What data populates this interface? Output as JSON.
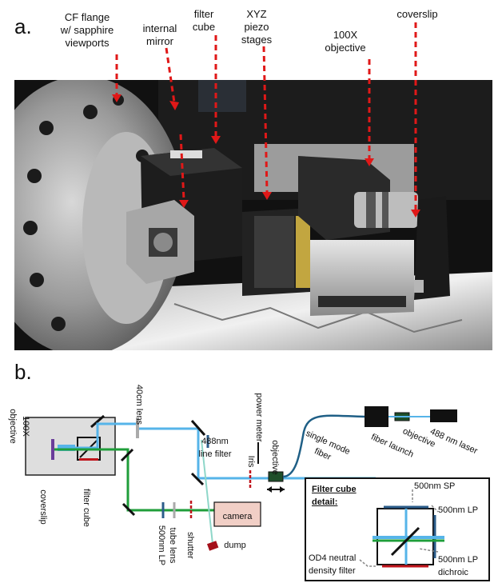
{
  "panel_a": {
    "letter": "a.",
    "labels": {
      "cf_flange": "CF flange\nw/ sapphire\nviewports",
      "internal_mirror": "internal\nmirror",
      "filter_cube": "filter\ncube",
      "xyz_piezo": "XYZ\npiezo\nstages",
      "objective_100x": "100X\nobjective",
      "coverslip": "coverslip"
    }
  },
  "panel_b": {
    "letter": "b.",
    "labels": {
      "objective_100x": "100X objective",
      "coverslip": "coverslip",
      "filter_cube": "filter cube",
      "lens_40cm": "40cm lens",
      "line_filter": "488nm\nline filter",
      "power_meter": "power meter",
      "iris": "Iris",
      "objective": "objective",
      "single_mode_fiber": "single mode\nfiber",
      "fiber_launch": "fiber launch",
      "objective_right": "objective",
      "laser": "488 nm laser",
      "camera": "camera",
      "dump": "dump",
      "lp_500": "500nm LP",
      "tube_lens": "tube lens",
      "shutter": "shutter"
    },
    "detail": {
      "title": "Filter cube\ndetail:",
      "sp": "500nm SP",
      "lp": "500nm LP",
      "dichroic": "500nm LP\ndichroic",
      "od4": "OD4 neutral\ndensity filter"
    }
  },
  "colors": {
    "arrow_red": "#e01818",
    "beam_blue": "#56b4e9",
    "beam_green": "#1f9e3a",
    "fiber": "#1f5f86"
  }
}
